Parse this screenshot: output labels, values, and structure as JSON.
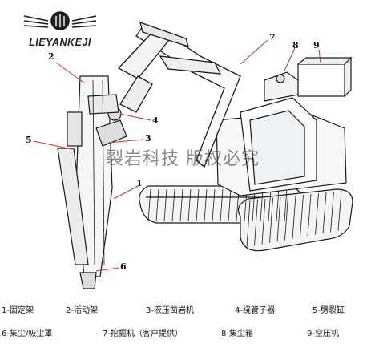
{
  "logo": {
    "brand": "LIEYANKEJI"
  },
  "watermark": "裂岩科技 版权必究",
  "callouts": [
    "1",
    "2",
    "3",
    "4",
    "5",
    "6",
    "7",
    "8",
    "9"
  ],
  "legend": [
    "1-固定架",
    "2-活动架",
    "3-液压凿岩机",
    "4-绕管子器",
    "5-劈裂缸",
    "6-集尘/吸尘罩",
    "7-挖掘机（客户提供）",
    "8-集尘箱",
    "9-空压机"
  ],
  "colors": {
    "line": "#1a1a1a",
    "leader": "#c0392b",
    "metal": "#d9d9d9"
  }
}
